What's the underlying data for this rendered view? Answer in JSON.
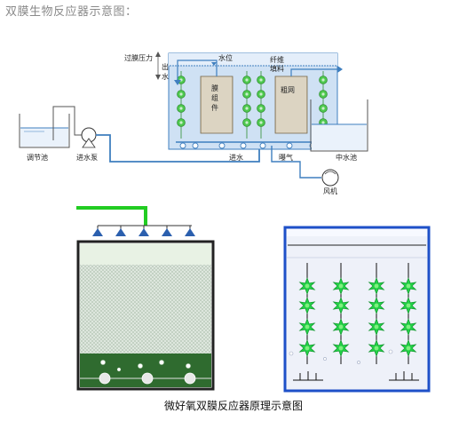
{
  "title": "双膜生物反应器示意图：",
  "caption": "微好氧双膜反应器原理示意图",
  "labels": {
    "pressure_1": "过膜压力",
    "pressure_2": "出",
    "pressure_3": "水",
    "water_level": "水位",
    "fiber_1": "纤维",
    "fiber_2": "填料",
    "membrane_1": "膜",
    "membrane_2": "组",
    "membrane_3": "件",
    "coarse_mesh": "粗网",
    "regulating_tank": "调节池",
    "feed_pump": "进水泵",
    "inlet": "进水",
    "aeration": "曝气",
    "reclaimed_tank": "中水池",
    "blower": "风机"
  },
  "colors": {
    "pipe_blue": "#3f7fbf",
    "reactor_fill": "#cfe1f4",
    "fiber_green": "#4fc94f",
    "green_pipe": "#22cc22",
    "sludge_green": "#2f6b2f",
    "frame_blue": "#1e50c8"
  }
}
